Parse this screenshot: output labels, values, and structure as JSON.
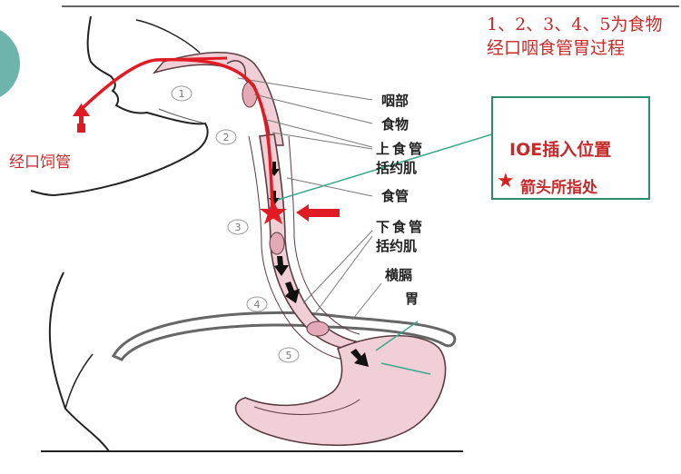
{
  "caption": "1、2、3、4、5为食物经口咽食管胃过程",
  "tube_label": "经口饲管",
  "ioe_box": {
    "title": "IOE插入位置",
    "note": "箭头所指处",
    "star_icon": "star-icon"
  },
  "anatomy_labels": {
    "pharynx": "咽部",
    "food": "食物",
    "upper_sphincter_1": "上食管",
    "upper_sphincter_2": "括约肌",
    "esophagus": "食管",
    "lower_sphincter_1": "下食管",
    "lower_sphincter_2": "括约肌",
    "diaphragm": "横膈",
    "stomach": "胃"
  },
  "stage_numbers": [
    "1",
    "2",
    "3",
    "4",
    "5"
  ],
  "colors": {
    "tube": "#e01b24",
    "esophagus_fill": "#f1cfd7",
    "esophagus_outline": "#5a3b40",
    "box_border": "#2e8b6e",
    "note_text": "#c62a2a"
  }
}
